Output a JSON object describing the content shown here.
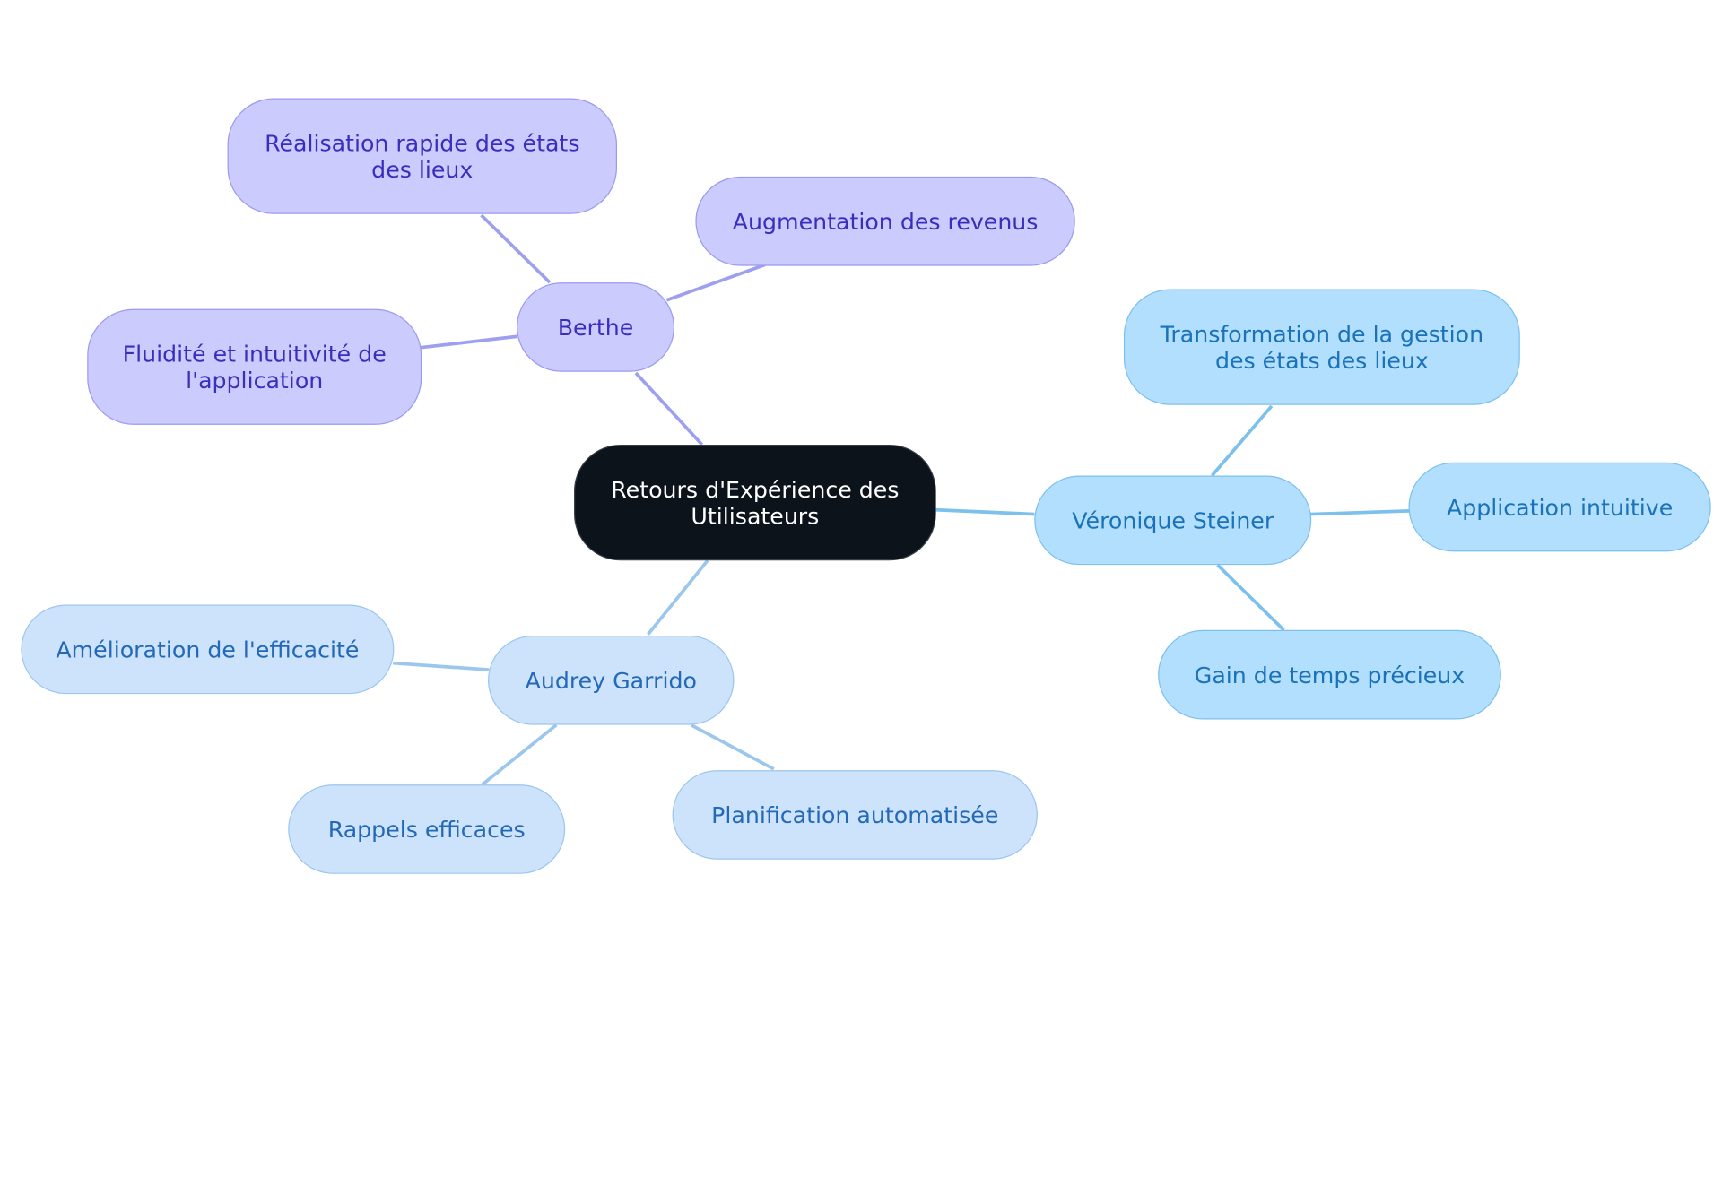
{
  "colors": {
    "root_fill": "#0d131b",
    "violet_fill": "#cbcbfe",
    "violet_text": "#3a2fbd",
    "violet_edge": "#9f9ff0",
    "blue_fill": "#b1dffd",
    "blue_text": "#1b72b8",
    "blue_edge": "#7cc0ec",
    "pale_fill": "#cde3fb",
    "pale_text": "#2469b8",
    "pale_edge": "#9cc7ec"
  },
  "mindmap": {
    "root": {
      "line1": "Retours d'Expérience des",
      "line2": "Utilisateurs"
    },
    "berthe": {
      "label": "Berthe",
      "child_realisation_line1": "Réalisation rapide des états",
      "child_realisation_line2": "des lieux",
      "child_revenus": "Augmentation des revenus",
      "child_fluidite_line1": "Fluidité et intuitivité de",
      "child_fluidite_line2": "l'application"
    },
    "veronique": {
      "label": "Véronique Steiner",
      "child_transformation_line1": "Transformation de la gestion",
      "child_transformation_line2": "des états des lieux",
      "child_application": "Application intuitive",
      "child_gain": "Gain de temps précieux"
    },
    "audrey": {
      "label": "Audrey Garrido",
      "child_amelioration": "Amélioration de l'efficacité",
      "child_rappels": "Rappels efficaces",
      "child_planification": "Planification automatisée"
    }
  }
}
